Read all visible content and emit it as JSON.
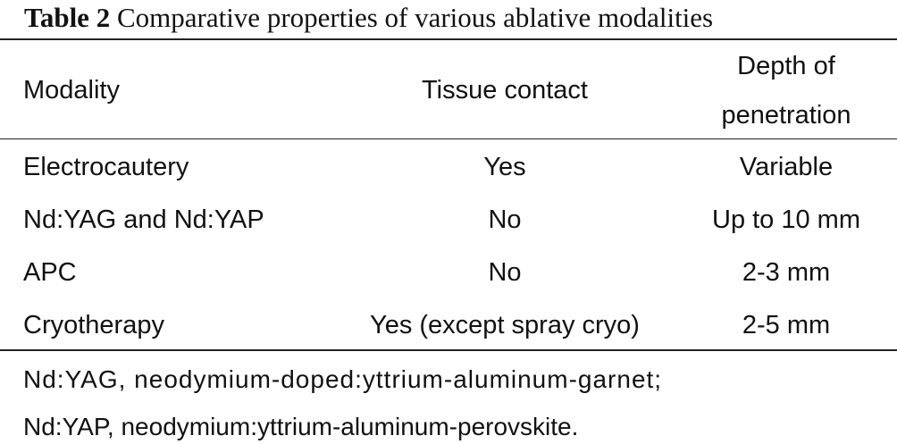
{
  "table": {
    "title_prefix": "Table 2",
    "title_text": "Comparative properties of various ablative modalities",
    "headers": {
      "modality": "Modality",
      "tissue_contact": "Tissue contact",
      "depth_line1": "Depth of",
      "depth_line2": "penetration"
    },
    "rows": [
      {
        "modality": "Electrocautery",
        "tissue_contact": "Yes",
        "depth": "Variable"
      },
      {
        "modality": "Nd:YAG and Nd:YAP",
        "tissue_contact": "No",
        "depth": "Up to 10 mm"
      },
      {
        "modality": "APC",
        "tissue_contact": "No",
        "depth": "2-3 mm"
      },
      {
        "modality": "Cryotherapy",
        "tissue_contact": "Yes (except spray cryo)",
        "depth": "2-5 mm"
      }
    ],
    "footnotes": [
      "Nd:YAG, neodymium-doped:yttrium-aluminum-garnet;",
      "Nd:YAP, neodymium:yttrium-aluminum-perovskite."
    ]
  }
}
